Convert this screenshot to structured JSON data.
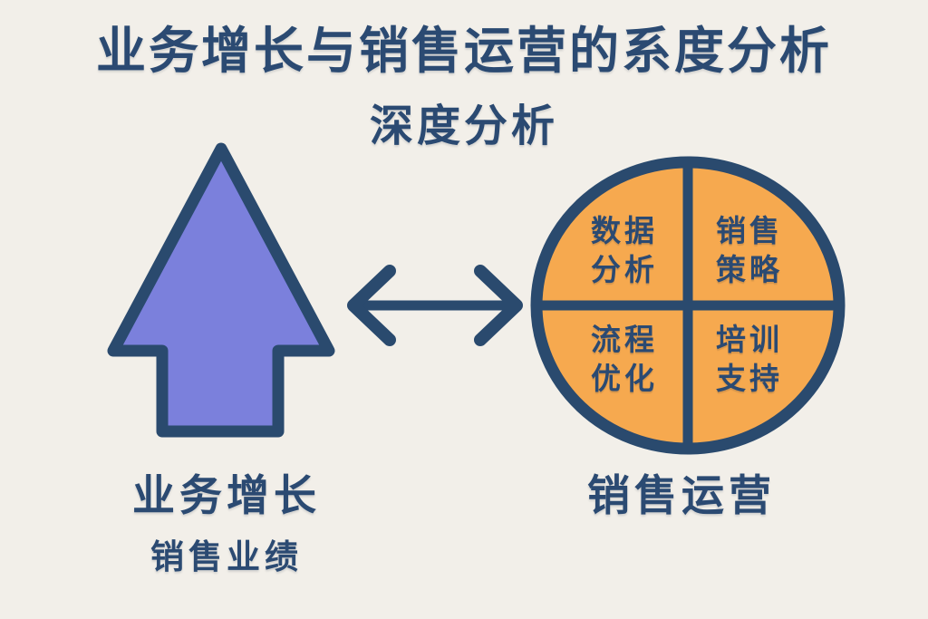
{
  "title": {
    "line1": "业务增长与销售运营的系度分析",
    "line2": "深度分析"
  },
  "growth": {
    "label": "业务增长",
    "sublabel": "销售业绩"
  },
  "operations": {
    "label": "销售运营",
    "quadrants": [
      {
        "id": "top-left",
        "text": "数据\n分析"
      },
      {
        "id": "top-right",
        "text": "销售\n策略"
      },
      {
        "id": "bottom-left",
        "text": "流程\n优化"
      },
      {
        "id": "bottom-right",
        "text": "培训\n支持"
      }
    ]
  },
  "icons": {
    "up_arrow": "up-arrow-icon",
    "double_arrow": "double-headed-arrow-icon",
    "quadrant_circle": "quadrant-pie-circle"
  },
  "colors": {
    "bg": "#f2efe9",
    "navy": "#2b4a72",
    "outline": "#2a4a6e",
    "orange": "#f6a94f",
    "purple": "#7b80dc"
  }
}
